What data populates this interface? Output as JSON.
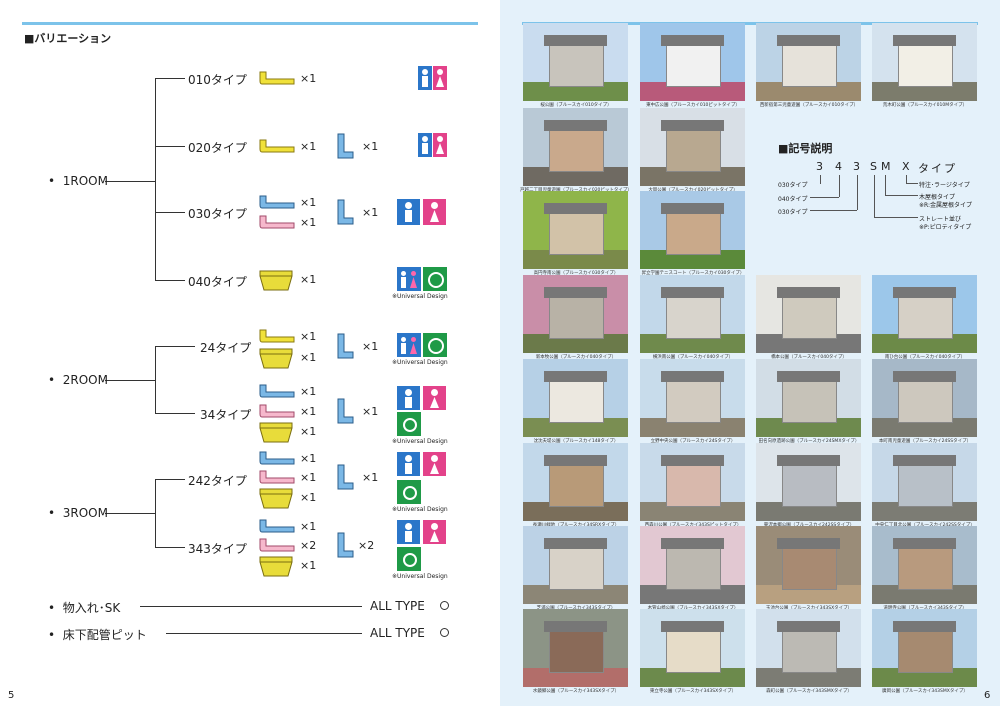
{
  "header": {
    "title": "■バリエーション",
    "page_left": "5",
    "page_right": "6"
  },
  "groups": {
    "room1": "1ROOM",
    "room2": "2ROOM",
    "room3": "3ROOM"
  },
  "types": [
    {
      "label": "010タイプ"
    },
    {
      "label": "020タイプ"
    },
    {
      "label": "030タイプ"
    },
    {
      "label": "040タイプ"
    },
    {
      "label": "24タイプ"
    },
    {
      "label": "34タイプ"
    },
    {
      "label": "242タイプ"
    },
    {
      "label": "343タイプ"
    }
  ],
  "mults": {
    "x1": "×1",
    "x2": "×2"
  },
  "universal": "※Universal Design",
  "extras": [
    {
      "label": "物入れ･SK",
      "value": "ALL TYPE"
    },
    {
      "label": "床下配管ピット",
      "value": "ALL TYPE"
    }
  ],
  "legend": {
    "title": "■記号説明",
    "code": [
      "3",
      "4",
      "3",
      "S",
      "M",
      "X",
      "タイプ"
    ],
    "notes": [
      "特注･ラージタイプ",
      "木屋根タイプ",
      "※R:金属屋根タイプ",
      "ストレート並び",
      "※P:ピロティタイプ",
      "030タイプ",
      "040タイプ",
      "030タイプ"
    ]
  },
  "photos": [
    {
      "cap": "桜公園（ブルースカイ010タイプ）",
      "sky": "#c9dcef",
      "wall": "#c8c4bc",
      "ground": "#6e8f4a"
    },
    {
      "cap": "東中広公園（ブルースカイ010ピットタイプ）",
      "sky": "#9fc6ea",
      "wall": "#f1f1f1",
      "ground": "#b85a7a"
    },
    {
      "cap": "西新宿第三児童遊園（ブルースカイ010タイプ）",
      "sky": "#bcd3e6",
      "wall": "#e6e2da",
      "ground": "#9b8a6e"
    },
    {
      "cap": "荒木町公園（ブルースカイ010Mタイプ）",
      "sky": "#d4e2ee",
      "wall": "#f2efe6",
      "ground": "#7c7c6c"
    },
    {
      "cap": "戸越二丁目児童遊園（ブルースカイ020ピットタイプ）",
      "sky": "#b9c9d6",
      "wall": "#c9a98c",
      "ground": "#6f6a62"
    },
    {
      "cap": "大岡公園（ブルースカイ020ピットタイプ）",
      "sky": "#d8dfe6",
      "wall": "#b8a890",
      "ground": "#7a7466"
    },
    {
      "cap": "高円寺南公園（ブルースカイ030タイプ）",
      "sky": "#8fb54a",
      "wall": "#d2c2a8",
      "ground": "#7a8a4a"
    },
    {
      "cap": "昇立学園テニスコート（ブルースカイ030タイプ）",
      "sky": "#a9c9e6",
      "wall": "#c9a98a",
      "ground": "#5b8a3a"
    },
    {
      "cap": "新本牧公園（ブルースカイ040タイプ）",
      "sky": "#c98ea8",
      "wall": "#b8b2a6",
      "ground": "#6b7a4a"
    },
    {
      "cap": "横浜南公園（ブルースカイ040タイプ）",
      "sky": "#c2d8ea",
      "wall": "#d8d4cc",
      "ground": "#6f8a4c"
    },
    {
      "cap": "橋本公園（ブルースカイ040タイプ）",
      "sky": "#e6e6e2",
      "wall": "#cfcabe",
      "ground": "#777"
    },
    {
      "cap": "南ひ台公園（ブルースカイ040タイプ）",
      "sky": "#9cc7ea",
      "wall": "#d6d0c6",
      "ground": "#6c8a48"
    },
    {
      "cap": "沈沈夫堤公園（ブルースカイ148タイプ）",
      "sky": "#b6d0e6",
      "wall": "#ece8e0",
      "ground": "#7a8e52"
    },
    {
      "cap": "立野中央公園（ブルースカイ24Sタイプ）",
      "sky": "#c8dceb",
      "wall": "#d2cbc0",
      "ground": "#8a8270"
    },
    {
      "cap": "田名向原遺跡公園（ブルースカイ24SMXタイプ）",
      "sky": "#d2dde6",
      "wall": "#c6c2b8",
      "ground": "#6e8a4e"
    },
    {
      "cap": "本町南児童遊園（ブルースカイ24SSタイプ）",
      "sky": "#a6b8c8",
      "wall": "#cdc8be",
      "ground": "#7a7a70"
    },
    {
      "cap": "長瀬川緑地（ブルースカイ34SRXタイプ）",
      "sky": "#c2d8ea",
      "wall": "#b89a78",
      "ground": "#7a6e5a"
    },
    {
      "cap": "西森川公園（ブルースカイ343Sピットタイプ）",
      "sky": "#c8daea",
      "wall": "#d8b8ac",
      "ground": "#8a8474"
    },
    {
      "cap": "東沢本郷公園（ブルースカイ242SSタイプ）",
      "sky": "#dde4ea",
      "wall": "#b8bcc2",
      "ground": "#7a7a72"
    },
    {
      "cap": "中央仁丁目北公園（ブルースカイ242SSタイプ）",
      "sky": "#c6d8e8",
      "wall": "#b8c0c8",
      "ground": "#7c7c74"
    },
    {
      "cap": "芝浦公園（ブルースカイ343Sタイプ）",
      "sky": "#bcd2e6",
      "wall": "#d8d2c8",
      "ground": "#8c8676"
    },
    {
      "cap": "木管山崎公園（ブルースカイ343SXタイプ）",
      "sky": "#e2c8d2",
      "wall": "#bcb8b0",
      "ground": "#777"
    },
    {
      "cap": "玉池台公園（ブルースカイ343SXタイプ）",
      "sky": "#9a8c78",
      "wall": "#a88a72",
      "ground": "#b8a080"
    },
    {
      "cap": "道明寺公園（ブルースカイ343Sタイプ）",
      "sky": "#a8bccc",
      "wall": "#b89a7e",
      "ground": "#7a7a70"
    },
    {
      "cap": "水鏡郷公園（ブルースカイ343SXタイプ）",
      "sky": "#8c9486",
      "wall": "#8a6a58",
      "ground": "#b26e6a"
    },
    {
      "cap": "東立寺公園（ブルースカイ343SXタイプ）",
      "sky": "#cde0ec",
      "wall": "#e6dcc8",
      "ground": "#6c8a4c"
    },
    {
      "cap": "森町公園（ブルースカイ343SMXタイプ）",
      "sky": "#d2e0ec",
      "wall": "#bcbab4",
      "ground": "#7c7c74"
    },
    {
      "cap": "廣岡公園（ブルースカイ343SMXタイプ）",
      "sky": "#b4d0e6",
      "wall": "#a68a70",
      "ground": "#6c8a4a"
    }
  ]
}
